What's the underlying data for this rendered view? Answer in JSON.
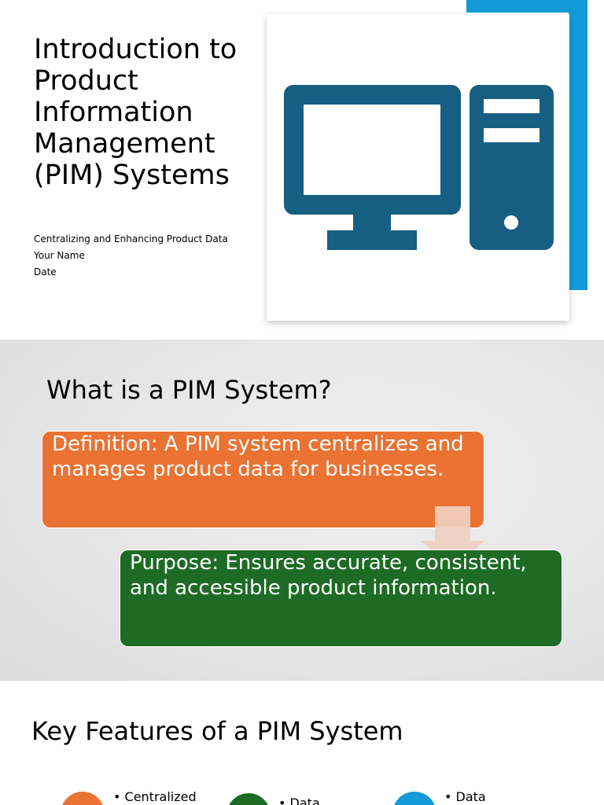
{
  "slide1": {
    "title": "Introduction to Product Information Management (PIM) Systems",
    "subtitle": "Centralizing and Enhancing Product Data",
    "author": "Your Name",
    "date": "Date",
    "icon": "desktop-computer-icon",
    "accent_color": "#129bd6",
    "icon_color": "#175f82"
  },
  "slide2": {
    "title": "What is a PIM System?",
    "definition": "Definition: A PIM system centralizes and manages product data for businesses.",
    "purpose": "Purpose: Ensures accurate, consistent, and accessible product information.",
    "colors": {
      "definition_box": "#ea7233",
      "purpose_box": "#1d6b24",
      "arrow": "#f0cfc0"
    }
  },
  "slide3": {
    "title": "Key Features of a PIM System",
    "features": [
      {
        "label": "• Centralized",
        "color": "#ea7233"
      },
      {
        "label": "• Data",
        "color": "#1d6b24"
      },
      {
        "label": "• Data",
        "color": "#129bd6"
      }
    ]
  }
}
